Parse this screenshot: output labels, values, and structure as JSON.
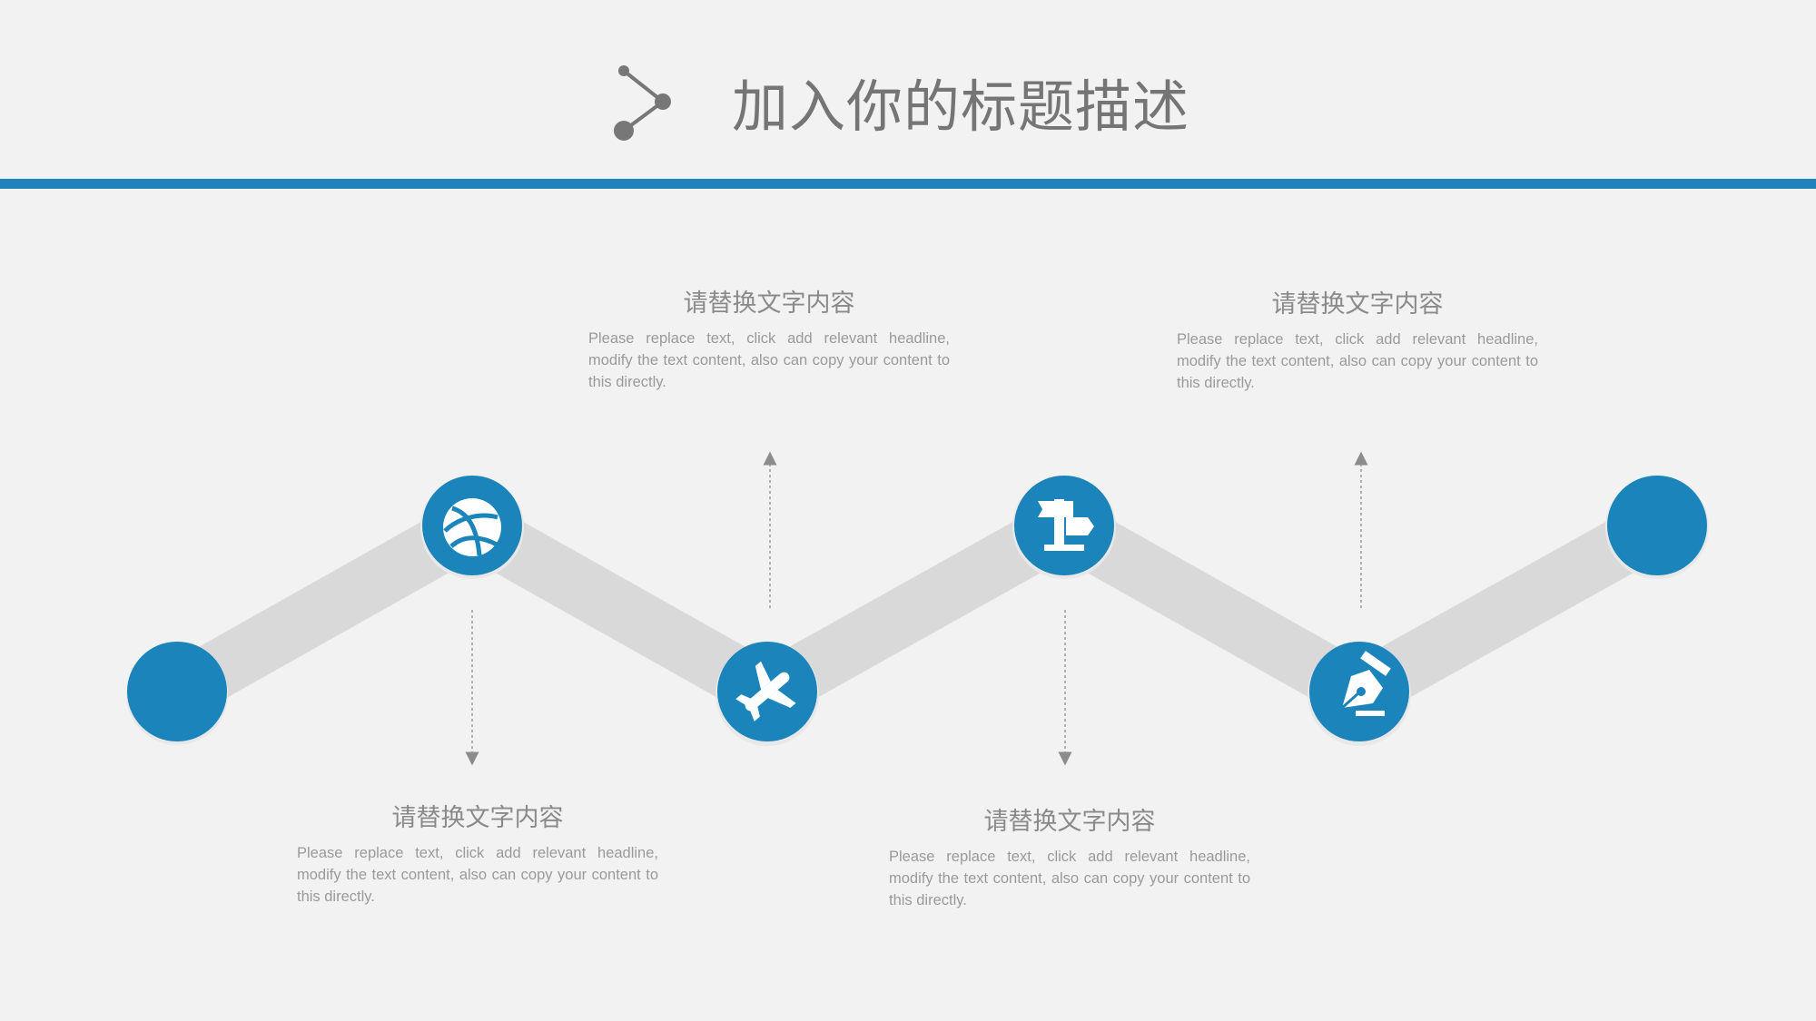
{
  "header": {
    "title": "加入你的标题描述",
    "icon": "share-nodes-icon",
    "accent_color": "#1f82bb"
  },
  "timeline": {
    "accent_color": "#1a84bb",
    "track_color": "#d9d9d9",
    "nodes": [
      {
        "icon": "none"
      },
      {
        "icon": "dribbble-ball-icon"
      },
      {
        "icon": "airplane-icon"
      },
      {
        "icon": "signpost-icon"
      },
      {
        "icon": "fountain-pen-icon"
      },
      {
        "icon": "none"
      }
    ]
  },
  "items": [
    {
      "title": "请替换文字内容",
      "body": "Please replace text, click add relevant headline, modify the text content, also can copy your content to this directly."
    },
    {
      "title": "请替换文字内容",
      "body": "Please replace text, click add relevant headline, modify the text content, also can copy your content to this directly."
    },
    {
      "title": "请替换文字内容",
      "body": "Please replace text, click add relevant headline, modify the text content, also can copy your content to this directly."
    },
    {
      "title": "请替换文字内容",
      "body": "Please replace text, click add relevant headline, modify the text content, also can copy your content to this directly."
    }
  ]
}
